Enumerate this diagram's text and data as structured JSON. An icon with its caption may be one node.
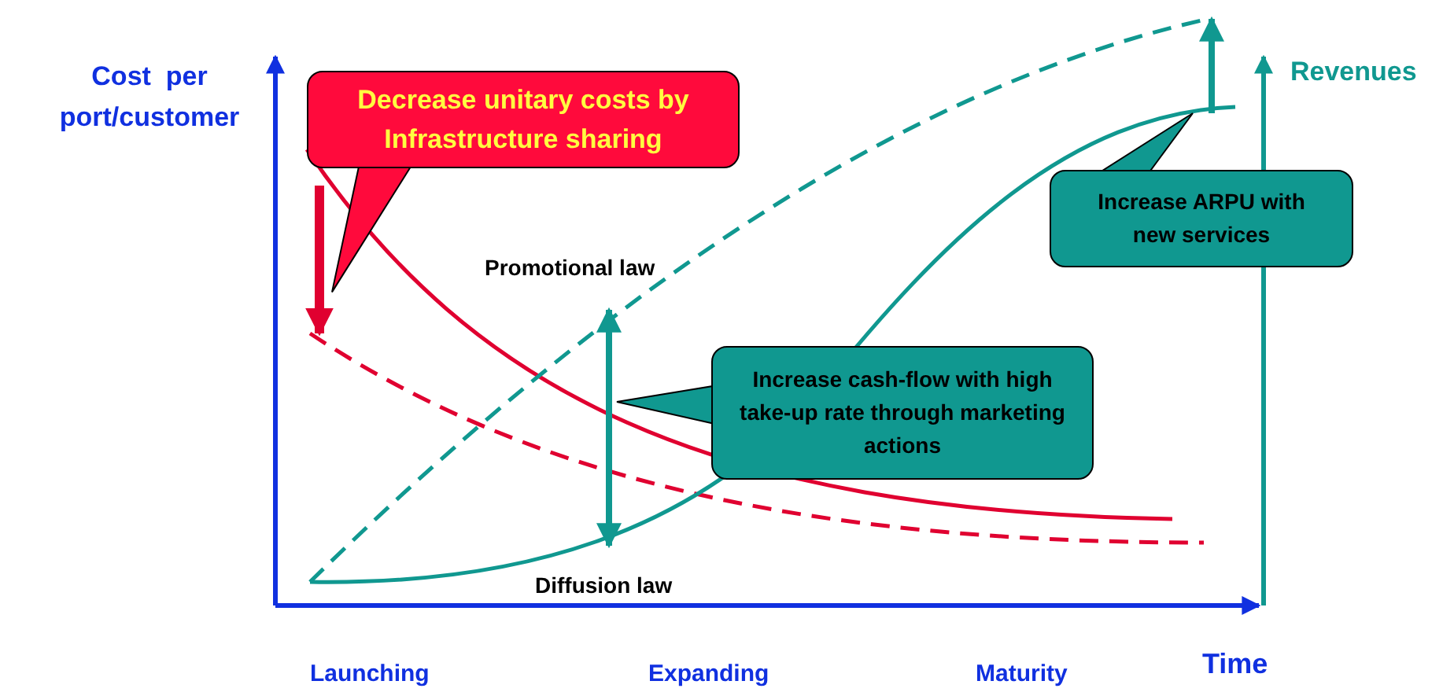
{
  "diagram": {
    "nodes": [
      {
        "text": [
          "Decrease unitary costs by Infrastructure sharing"
        ]
      },
      {
        "text": [],
        "shape": "arrow"
      },
      {
        "text": [
          "Increase ARPU with new services"
        ]
      },
      {
        "text": [],
        "shape": "arrow"
      },
      {
        "text": [
          "Increase cash-flow with high take-up rate through marketing actions"
        ]
      },
      {
        "text": [],
        "shape": "arrow"
      }
    ],
    "edges": [
      {
        "from": 0,
        "to": 1,
        "arrow": "to"
      },
      {
        "from": 2,
        "to": 3,
        "arrow": "to"
      },
      {
        "from": 4,
        "to": 5,
        "arrow": "to"
      }
    ],
    "labels": [
      "Cost  per port/customer",
      "Revenues",
      "Promotional law",
      "Diffusion law",
      "Time",
      "Launching",
      "Expanding",
      "Maturity"
    ]
  }
}
